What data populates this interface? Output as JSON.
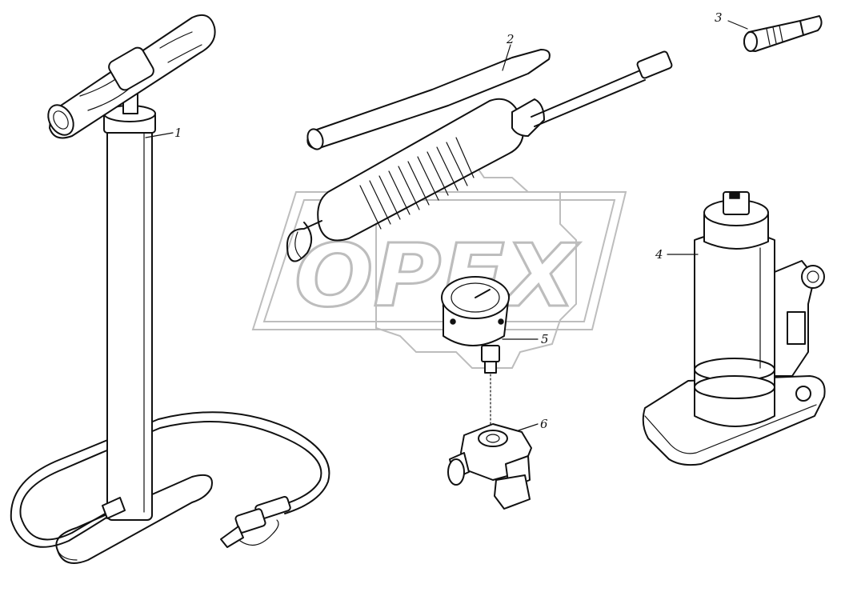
{
  "watermark": {
    "brand_text": "OPEX"
  },
  "callouts": [
    {
      "id": "1",
      "label": "1"
    },
    {
      "id": "2",
      "label": "2"
    },
    {
      "id": "3",
      "label": "3"
    },
    {
      "id": "4",
      "label": "4"
    },
    {
      "id": "5",
      "label": "5"
    },
    {
      "id": "6",
      "label": "6"
    }
  ]
}
